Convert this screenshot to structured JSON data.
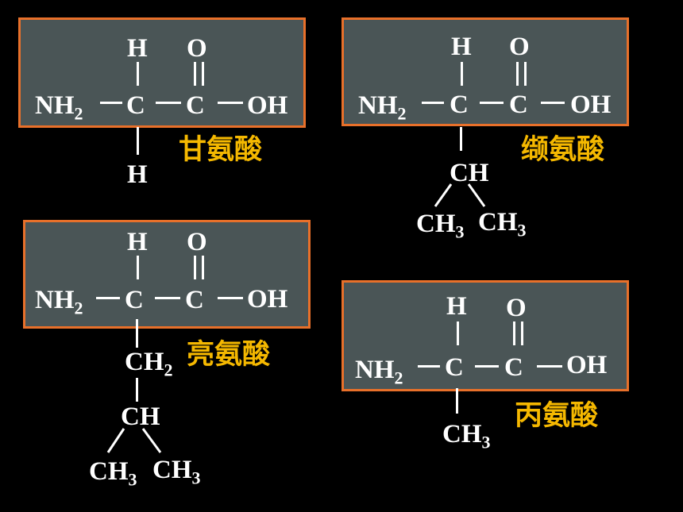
{
  "colors": {
    "background": "#000000",
    "panel_fill": "#4a5556",
    "panel_border": "#e8702a",
    "name_color": "#f5b800",
    "formula_color": "#ffffff"
  },
  "atoms": {
    "H": "H",
    "O": "O",
    "C": "C",
    "OH": "OH",
    "NH": "NH",
    "CH": "CH",
    "sub2": "2",
    "sub3": "3"
  },
  "molecules": {
    "glycine": {
      "name": "甘氨酸"
    },
    "valine": {
      "name": "缬氨酸"
    },
    "leucine": {
      "name": "亮氨酸"
    },
    "alanine": {
      "name": "丙氨酸"
    }
  }
}
